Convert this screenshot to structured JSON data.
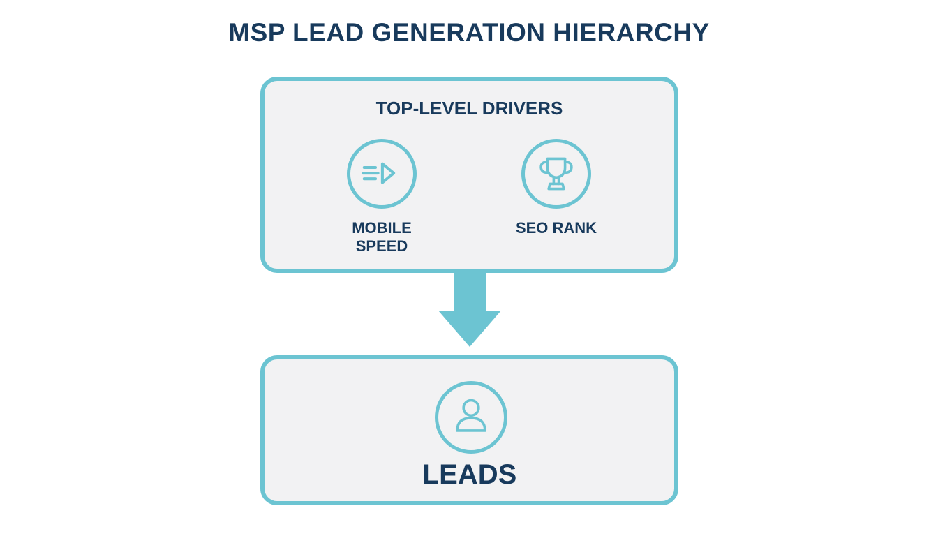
{
  "title": "MSP LEAD GENERATION HIERARCHY",
  "top_box": {
    "heading": "TOP-LEVEL DRIVERS",
    "drivers": [
      {
        "label_line1": "MOBILE",
        "label_line2": "SPEED",
        "icon": "fast-forward-icon"
      },
      {
        "label": "SEO RANK",
        "icon": "trophy-icon"
      }
    ]
  },
  "bottom_box": {
    "label": "LEADS",
    "icon": "user-icon"
  },
  "colors": {
    "accent": "#6cc4d2",
    "text": "#183a5c",
    "box_fill": "#f2f2f3"
  }
}
